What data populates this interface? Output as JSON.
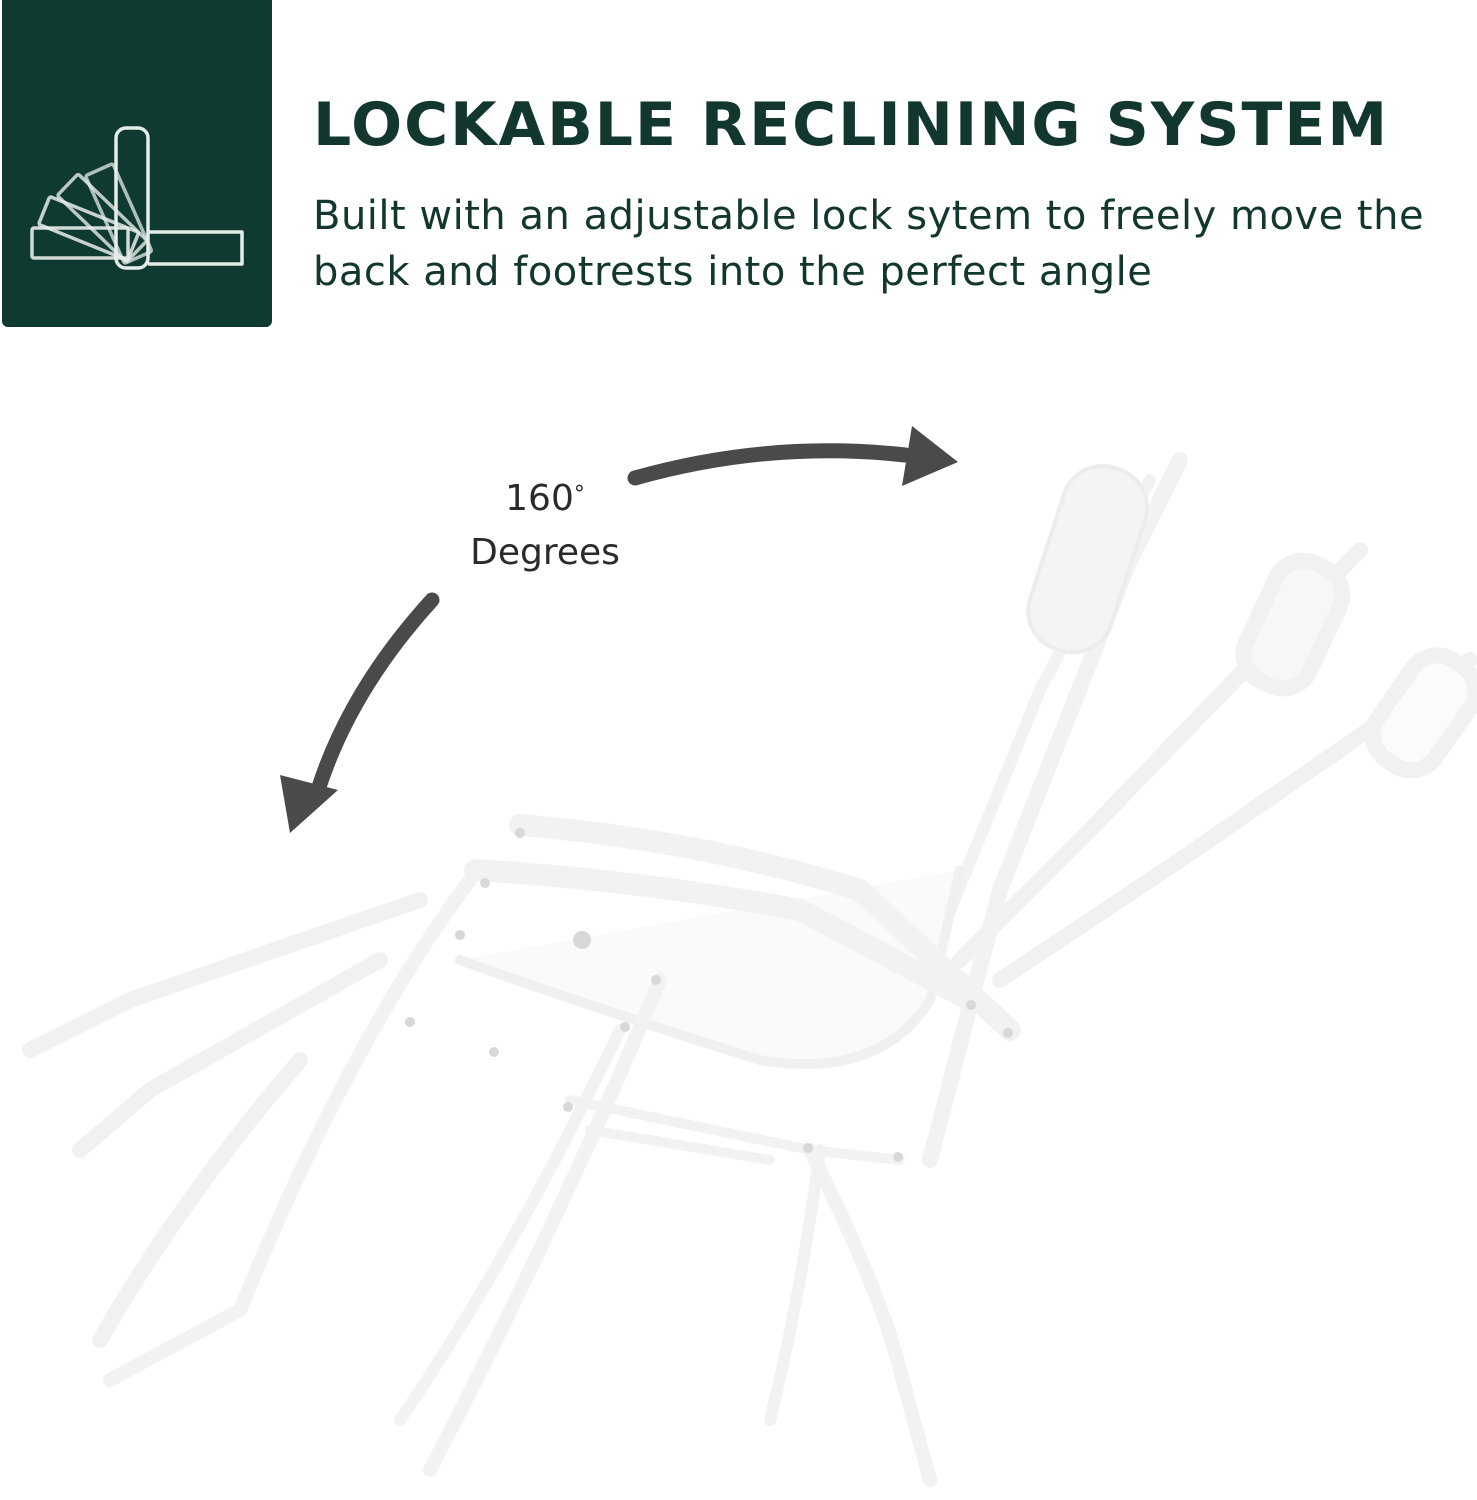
{
  "header": {
    "title": "LOCKABLE RECLINING SYSTEM",
    "subtitle": "Built with an adjustable lock sytem to freely move the back and footrests into the perfect angle"
  },
  "angle": {
    "value": "160",
    "degree_symbol": "°",
    "unit": "Degrees"
  },
  "icons": {
    "badge": "recline-chair-icon"
  },
  "colors": {
    "brand_dark_green": "#0f3a31",
    "arrow_gray": "#4a4a4a"
  }
}
